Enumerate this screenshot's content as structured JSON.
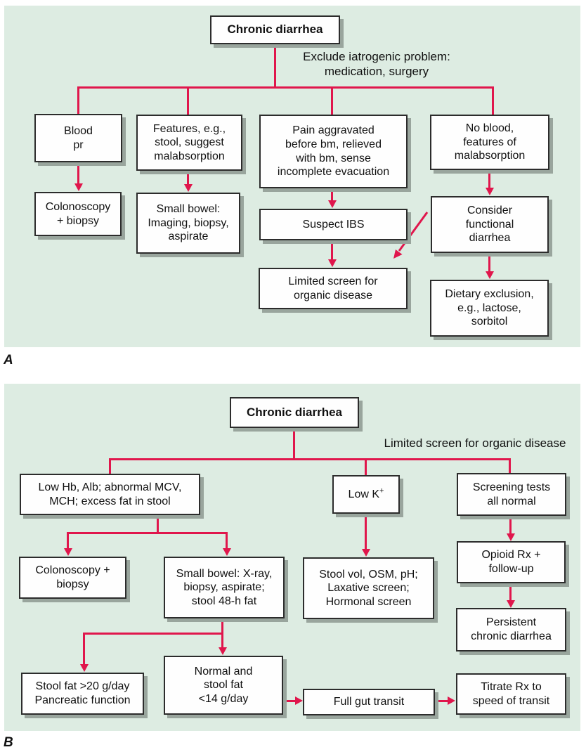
{
  "panel_a": {
    "label": "A",
    "root": "Chronic diarrhea",
    "annotation": "Exclude iatrogenic problem:\nmedication, surgery",
    "boxes": {
      "blood_pr": "Blood\npr",
      "features": "Features, e.g.,\nstool, suggest\nmalabsorption",
      "pain": "Pain aggravated\nbefore bm, relieved\nwith bm, sense\nincomplete evacuation",
      "no_blood": "No blood,\nfeatures of\nmalabsorption",
      "colonoscopy": "Colonoscopy\n+ biopsy",
      "small_bowel": "Small bowel:\nImaging, biopsy,\naspirate",
      "suspect_ibs": "Suspect IBS",
      "consider_functional": "Consider\nfunctional\ndiarrhea",
      "limited_screen": "Limited screen for\norganic disease",
      "dietary_exclusion": "Dietary exclusion,\ne.g., lactose,\nsorbitol"
    }
  },
  "panel_b": {
    "label": "B",
    "root": "Chronic diarrhea",
    "annotation": "Limited screen for organic disease",
    "boxes": {
      "low_hb": "Low Hb, Alb; abnormal MCV,\nMCH; excess fat in stool",
      "low_k_base": "Low K",
      "low_k_sup": "+",
      "screening_tests": "Screening tests\nall normal",
      "colonoscopy": "Colonoscopy +\nbiopsy",
      "small_bowel": "Small bowel: X-ray,\nbiopsy, aspirate;\nstool 48-h fat",
      "stool_vol": "Stool vol, OSM, pH;\nLaxative screen;\nHormonal screen",
      "opioid": "Opioid Rx +\nfollow-up",
      "persistent": "Persistent\nchronic diarrhea",
      "stool_fat": "Stool fat >20 g/day\nPancreatic function",
      "normal_stool_fat": "Normal and\nstool fat\n<14 g/day",
      "full_gut": "Full gut transit",
      "titrate": "Titrate Rx to\nspeed of transit"
    }
  },
  "colors": {
    "panel_background": "#ddece2",
    "arrow": "#e0164c",
    "box_border": "#2c2c2c",
    "box_shadow": "#99a59d"
  }
}
